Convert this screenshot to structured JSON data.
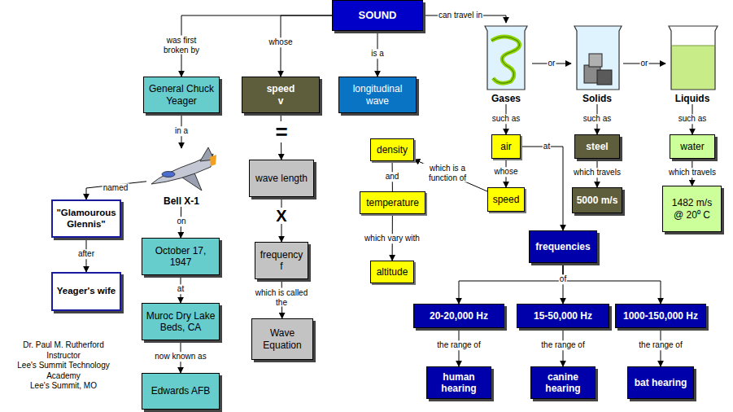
{
  "diagram": {
    "nodes": [
      {
        "text": [
          "SOUND"
        ]
      },
      {
        "text": [
          "General Chuck Yeager"
        ]
      },
      {
        "text": [
          "speed",
          "v"
        ]
      },
      {
        "text": [
          "longitudinal wave"
        ]
      },
      {
        "text": [
          "Bell X-1"
        ]
      },
      {
        "text": [
          "\"Glamourous Glennis\""
        ]
      },
      {
        "text": [
          "Yeager's wife"
        ]
      },
      {
        "text": [
          "October 17, 1947"
        ]
      },
      {
        "text": [
          "Muroc Dry Lake Beds, CA"
        ]
      },
      {
        "text": [
          "Edwards AFB"
        ]
      },
      {
        "text": [
          "wave length"
        ]
      },
      {
        "text": [
          "frequency f"
        ]
      },
      {
        "text": [
          "Wave Equation"
        ]
      },
      {
        "text": [
          "Gases"
        ]
      },
      {
        "text": [
          "Solids"
        ]
      },
      {
        "text": [
          "Liquids"
        ]
      },
      {
        "text": [
          "air"
        ]
      },
      {
        "text": [
          "steel"
        ]
      },
      {
        "text": [
          "water"
        ]
      },
      {
        "text": [
          "speed"
        ]
      },
      {
        "text": [
          "density"
        ]
      },
      {
        "text": [
          "temperature"
        ]
      },
      {
        "text": [
          "altitude"
        ]
      },
      {
        "text": [
          "5000 m/s"
        ]
      },
      {
        "text": [
          "1482 m/s @ 20⁰ C"
        ]
      },
      {
        "text": [
          "frequencies"
        ]
      },
      {
        "text": [
          "20-20,000 Hz"
        ]
      },
      {
        "text": [
          "15-50,000 Hz"
        ]
      },
      {
        "text": [
          "1000-150,000 Hz"
        ]
      },
      {
        "text": [
          "human hearing"
        ]
      },
      {
        "text": [
          "canine hearing"
        ]
      },
      {
        "text": [
          "bat hearing"
        ]
      }
    ],
    "edges": [
      {
        "from": 0,
        "to": 1,
        "label": "was first broken by",
        "arrow": "to"
      },
      {
        "from": 0,
        "to": 2,
        "label": "whose",
        "arrow": "to"
      },
      {
        "from": 0,
        "to": 3,
        "label": "is a",
        "arrow": "to"
      },
      {
        "from": 0,
        "to": 13,
        "label": "can travel in",
        "arrow": "to"
      },
      {
        "from": 13,
        "to": 14,
        "label": "or",
        "arrow": "to"
      },
      {
        "from": 14,
        "to": 15,
        "label": "or",
        "arrow": "to"
      },
      {
        "from": 1,
        "to": 4,
        "label": "in a",
        "arrow": "to"
      },
      {
        "from": 4,
        "to": 5,
        "label": "named",
        "arrow": "to"
      },
      {
        "from": 5,
        "to": 6,
        "label": "after",
        "arrow": "to"
      },
      {
        "from": 4,
        "to": 7,
        "label": "on",
        "arrow": "to"
      },
      {
        "from": 7,
        "to": 8,
        "label": "at",
        "arrow": "to"
      },
      {
        "from": 8,
        "to": 9,
        "label": "now known as",
        "arrow": "to"
      },
      {
        "from": 2,
        "to": 10,
        "label": "=",
        "arrow": "to"
      },
      {
        "from": 10,
        "to": 11,
        "label": "X",
        "arrow": "to"
      },
      {
        "from": 11,
        "to": 12,
        "label": "which is called the",
        "arrow": "to"
      },
      {
        "from": 13,
        "to": 16,
        "label": "such as",
        "arrow": "to"
      },
      {
        "from": 14,
        "to": 17,
        "label": "such as",
        "arrow": "to"
      },
      {
        "from": 15,
        "to": 18,
        "label": "such as",
        "arrow": "to"
      },
      {
        "from": 16,
        "to": 19,
        "label": "whose",
        "arrow": "to"
      },
      {
        "from": 19,
        "to": 20,
        "label": "which is a function of",
        "arrow": "to"
      },
      {
        "from": 20,
        "to": 21,
        "label": "and",
        "arrow": "none"
      },
      {
        "from": 21,
        "to": 22,
        "label": "which vary with",
        "arrow": "to"
      },
      {
        "from": 17,
        "to": 23,
        "label": "which travels",
        "arrow": "to"
      },
      {
        "from": 18,
        "to": 24,
        "label": "which travels",
        "arrow": "to"
      },
      {
        "from": 16,
        "to": 25,
        "label": "at",
        "arrow": "to"
      },
      {
        "from": 25,
        "to": 26,
        "arrow": "to"
      },
      {
        "from": 25,
        "to": 27,
        "label": "of",
        "arrow": "to"
      },
      {
        "from": 25,
        "to": 28,
        "arrow": "to"
      },
      {
        "from": 26,
        "to": 29,
        "label": "the range of",
        "arrow": "to"
      },
      {
        "from": 27,
        "to": 30,
        "label": "the range of",
        "arrow": "to"
      },
      {
        "from": 28,
        "to": 31,
        "label": "the range of",
        "arrow": "to"
      }
    ],
    "labels": [
      "Dr. Paul M. Rutherford",
      "Instructor",
      "Lee's Summit Technology Academy",
      "Lee's Summit, MO"
    ]
  }
}
